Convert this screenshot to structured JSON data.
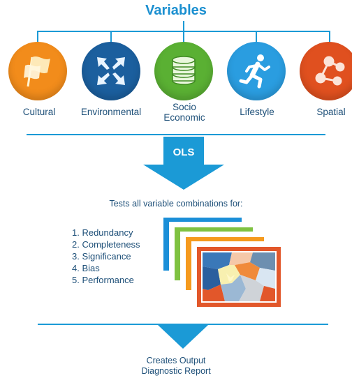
{
  "title": "Variables",
  "variables": [
    {
      "label": "Cultural",
      "icon": "flags-icon",
      "color": "#f28c1b"
    },
    {
      "label": "Environmental",
      "icon": "arrows-icon",
      "color": "#1b5f9e"
    },
    {
      "label": "Socio\nEconomic",
      "icon": "coins-icon",
      "color": "#5ab033"
    },
    {
      "label": "Lifestyle",
      "icon": "runner-icon",
      "color": "#2a9de0"
    },
    {
      "label": "Spatial",
      "icon": "network-icon",
      "color": "#e0501f"
    }
  ],
  "ols_label": "OLS",
  "tests_heading": "Tests all variable combinations for:",
  "tests": [
    "1. Redundancy",
    "2. Completeness",
    "3. Significance",
    "4. Bias",
    "5. Performance"
  ],
  "output": {
    "line1": "Creates Output",
    "line2": "Diagnostic Report"
  },
  "colors": {
    "primary": "#1b9ad6",
    "text": "#1d4f78"
  }
}
